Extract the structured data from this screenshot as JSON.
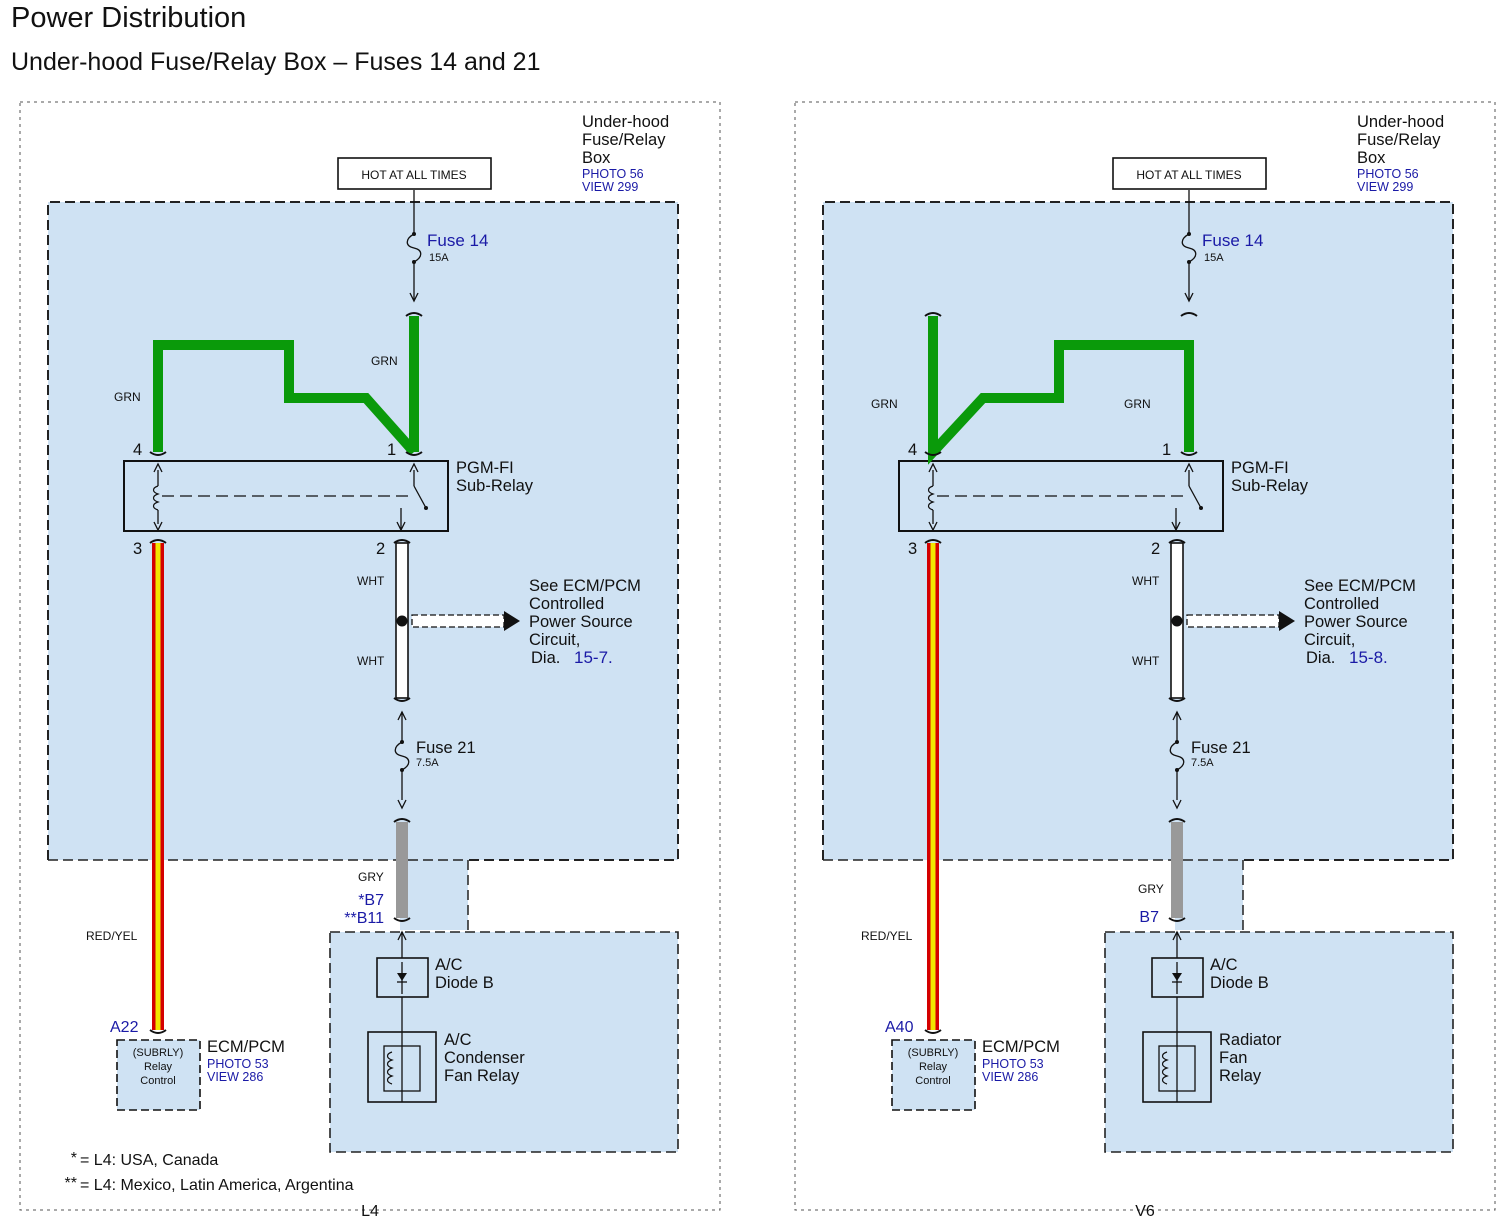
{
  "title": "Power Distribution",
  "subtitle": "Under-hood Fuse/Relay Box – Fuses 14 and 21",
  "colors": {
    "box_fill": "#cfe2f3",
    "wire_grn": "#0a9a0a",
    "wire_red": "#d40000",
    "wire_yel": "#f2e600",
    "wire_gry": "#999999",
    "link_blue": "#1a1aa6"
  },
  "panels": [
    {
      "label": "L4",
      "box_name": [
        "Under-hood",
        "Fuse/Relay",
        "Box"
      ],
      "box_photo": "PHOTO 56",
      "box_view": "VIEW 299",
      "hot_label": "HOT AT ALL TIMES",
      "fuse_a": {
        "name": "Fuse 14",
        "rating": "15A"
      },
      "relay_name": [
        "PGM-FI",
        "Sub-Relay"
      ],
      "pins": {
        "p4": "4",
        "p1": "1",
        "p3": "3",
        "p2": "2"
      },
      "wire_left_top": "GRN",
      "wire_right_top": "GRN",
      "wire_wht_upper": "WHT",
      "wire_wht_lower": "WHT",
      "see_text": [
        "See ECM/PCM",
        "Controlled",
        "Power Source",
        "Circuit,"
      ],
      "dia_prefix": "Dia.",
      "dia_ref": "15-7.",
      "fuse_b": {
        "name": "Fuse 21",
        "rating": "7.5A"
      },
      "wire_gry": "GRY",
      "connector_lines": [
        "*B7",
        "**B11"
      ],
      "wire_red": "RED/YEL",
      "ecm_pin": "A22",
      "ecm_name": "ECM/PCM",
      "ecm_photo": "PHOTO 53",
      "ecm_view": "VIEW 286",
      "ecm_inner": [
        "(SUBRLY)",
        "Relay",
        "Control"
      ],
      "diode_name": [
        "A/C",
        "Diode B"
      ],
      "relay2_name": [
        "A/C",
        "Condenser",
        "Fan Relay"
      ],
      "footnotes": [
        {
          "mark": "*",
          "text": "= L4: USA, Canada"
        },
        {
          "mark": "**",
          "text": "= L4: Mexico, Latin America, Argentina"
        }
      ]
    },
    {
      "label": "V6",
      "box_name": [
        "Under-hood",
        "Fuse/Relay",
        "Box"
      ],
      "box_photo": "PHOTO 56",
      "box_view": "VIEW 299",
      "hot_label": "HOT AT ALL TIMES",
      "fuse_a": {
        "name": "Fuse 14",
        "rating": "15A"
      },
      "relay_name": [
        "PGM-FI",
        "Sub-Relay"
      ],
      "pins": {
        "p4": "4",
        "p1": "1",
        "p3": "3",
        "p2": "2"
      },
      "wire_left_top": "GRN",
      "wire_right_top": "GRN",
      "wire_wht_upper": "WHT",
      "wire_wht_lower": "WHT",
      "see_text": [
        "See ECM/PCM",
        "Controlled",
        "Power Source",
        "Circuit,"
      ],
      "dia_prefix": "Dia.",
      "dia_ref": "15-8.",
      "fuse_b": {
        "name": "Fuse 21",
        "rating": "7.5A"
      },
      "wire_gry": "GRY",
      "connector_lines": [
        "B7"
      ],
      "wire_red": "RED/YEL",
      "ecm_pin": "A40",
      "ecm_name": "ECM/PCM",
      "ecm_photo": "PHOTO 53",
      "ecm_view": "VIEW 286",
      "ecm_inner": [
        "(SUBRLY)",
        "Relay",
        "Control"
      ],
      "diode_name": [
        "A/C",
        "Diode B"
      ],
      "relay2_name": [
        "Radiator",
        "Fan",
        "Relay"
      ],
      "footnotes": []
    }
  ]
}
